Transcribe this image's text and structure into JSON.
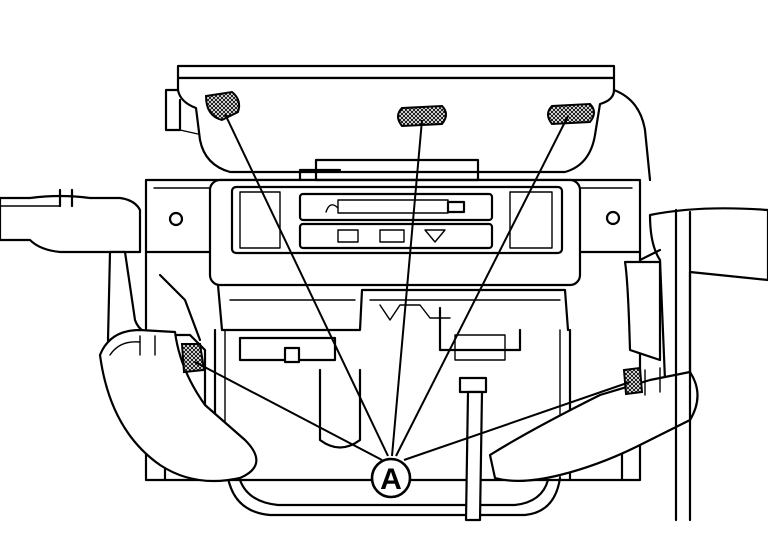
{
  "diagram": {
    "callout": {
      "label": "A",
      "targets": [
        "clip-top-left",
        "clip-top-center",
        "clip-top-right",
        "clip-side-left",
        "clip-side-right"
      ]
    },
    "colors": {
      "line": "#000000",
      "background": "#ffffff"
    }
  }
}
